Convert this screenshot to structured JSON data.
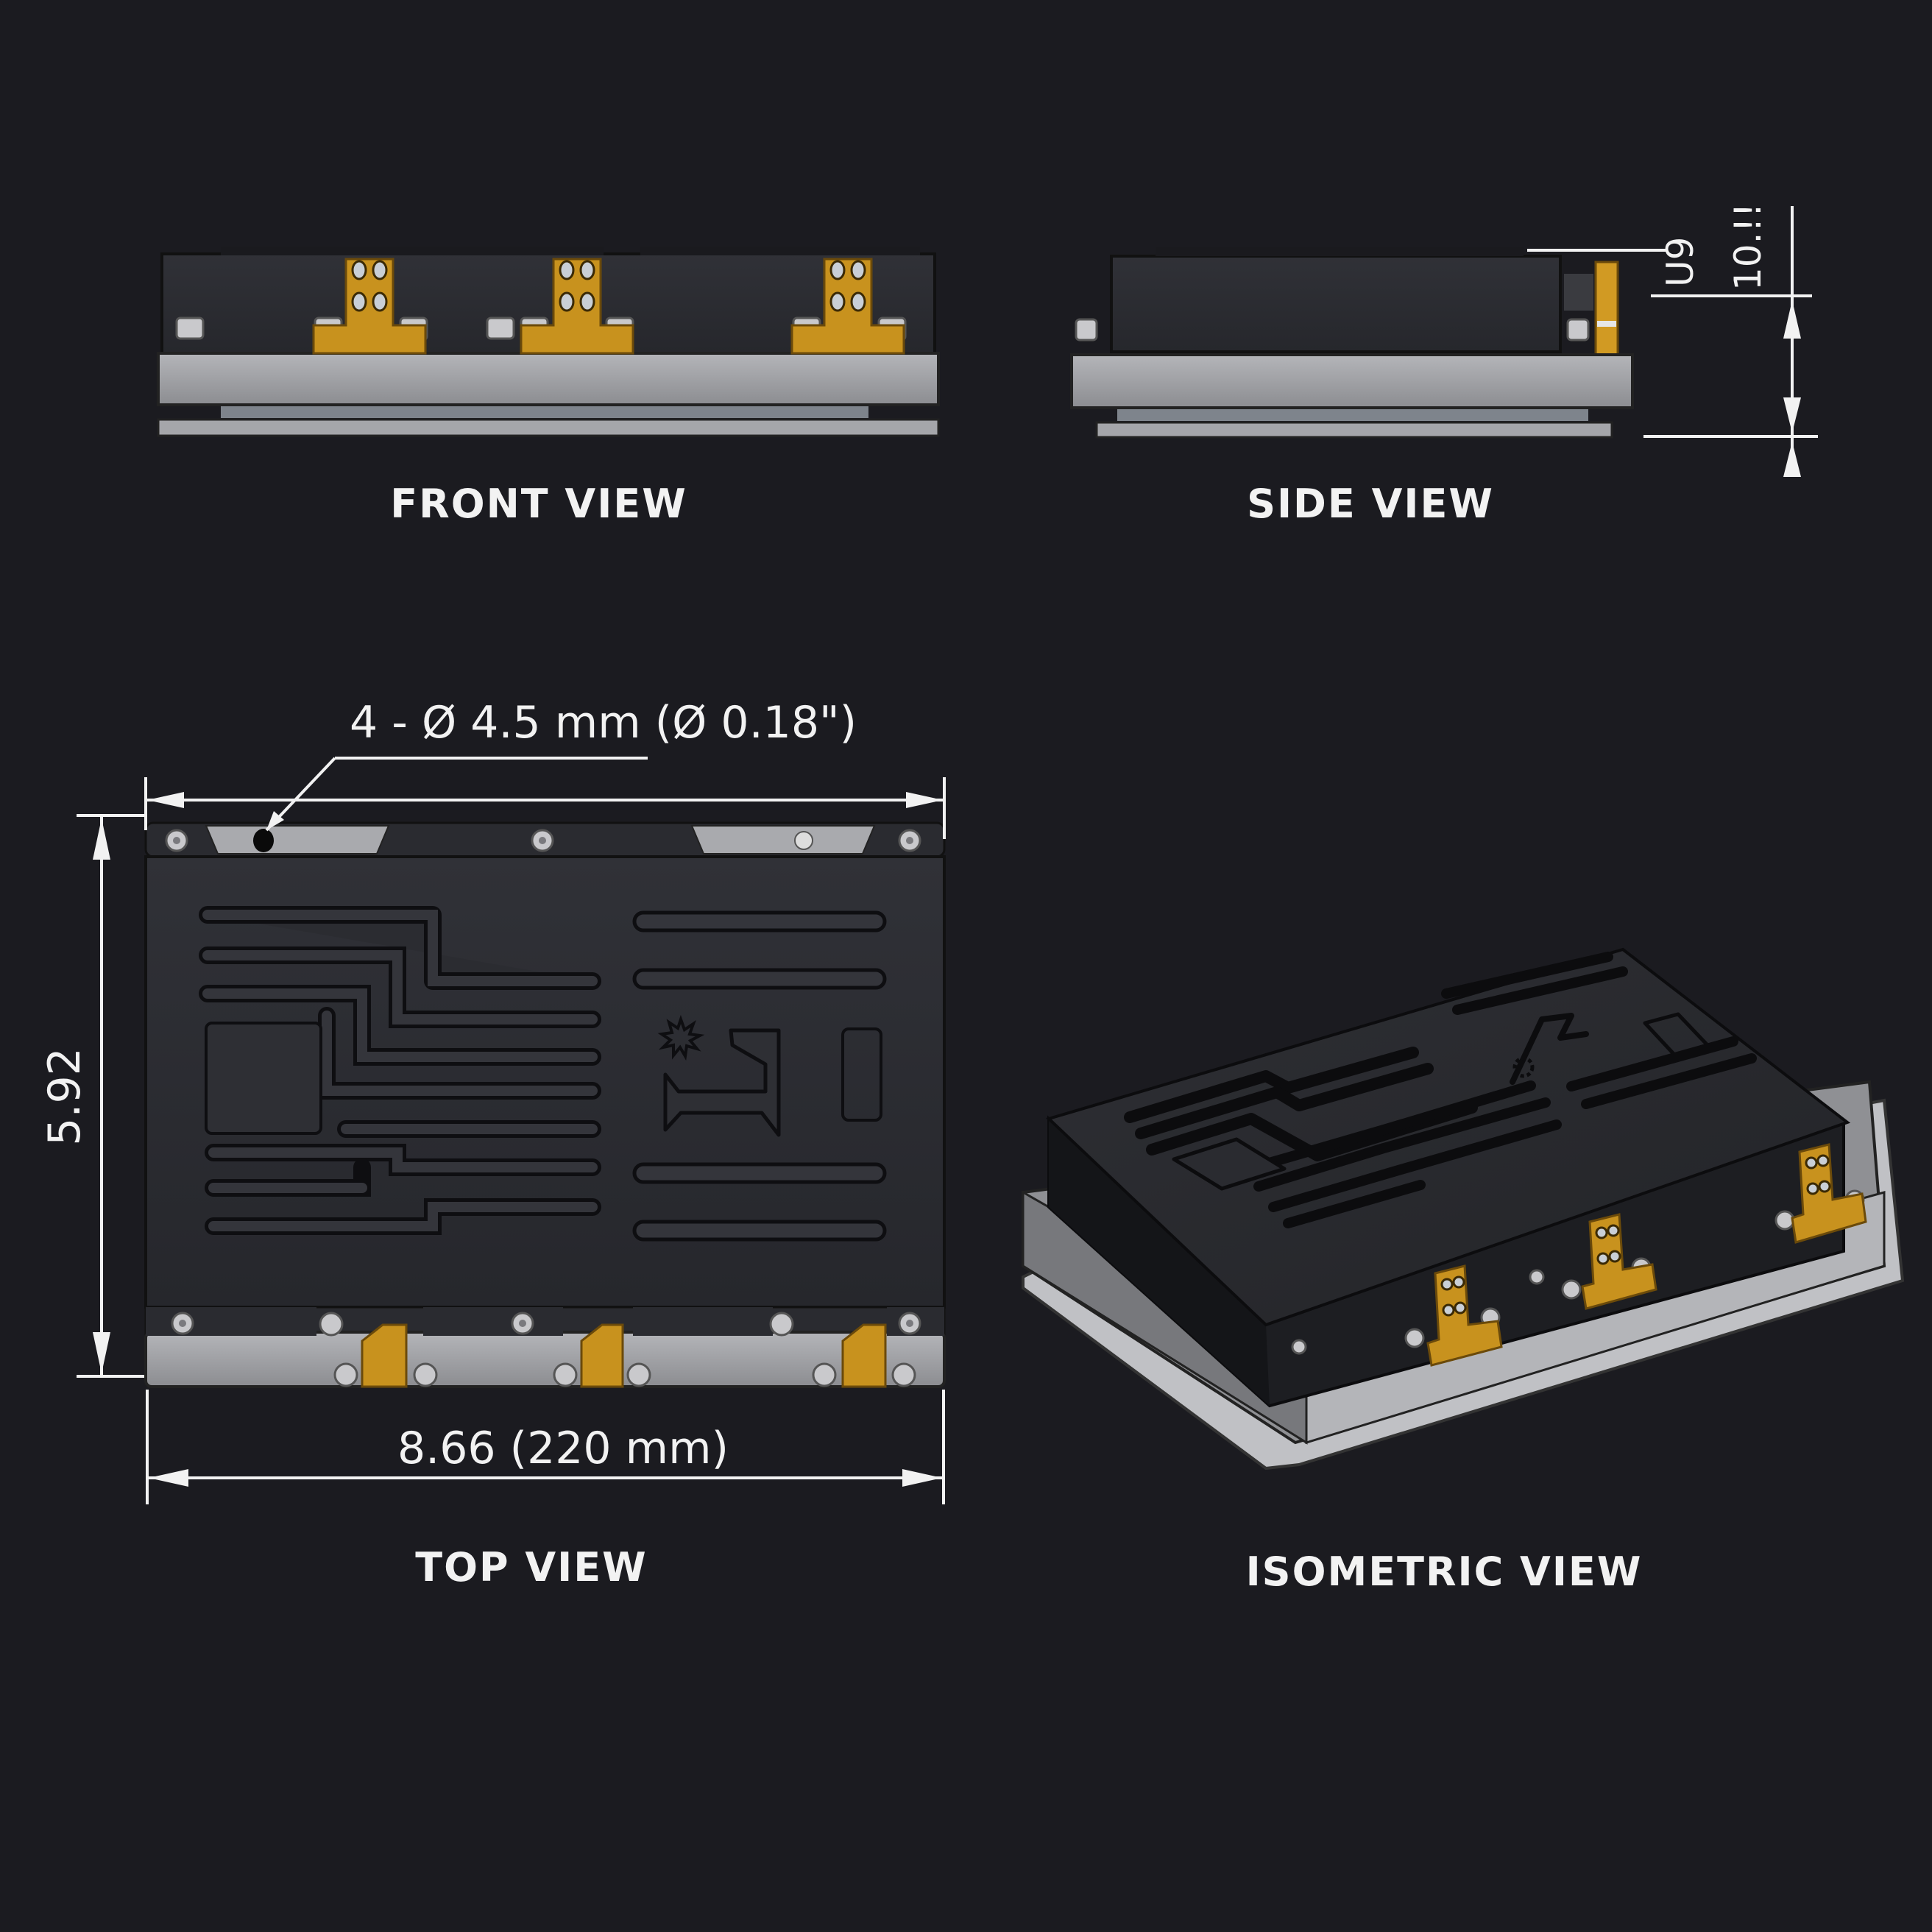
{
  "views": {
    "front": {
      "label": "FRONT VIEW"
    },
    "side": {
      "label": "SIDE VIEW"
    },
    "top": {
      "label": "TOP VIEW"
    },
    "isometric": {
      "label": "ISOMETRIC VIEW"
    }
  },
  "dimensions": {
    "hole_callout": "4 - Ø 4.5 mm (Ø 0.18\")",
    "width": "8.66 (220 mm)",
    "depth": "5.92",
    "height_label_1": "U9",
    "height_label_2": "10.!!"
  },
  "colors": {
    "background": "#1b1b20",
    "housing": "#2c2d32",
    "baseplate": "#9a9b9f",
    "terminal_brass": "#c8921e",
    "dimension_lines": "#f2f2f2"
  },
  "icons": {
    "logo_star": "star-burst-icon",
    "logo_mark": "bracket-logo-icon"
  }
}
